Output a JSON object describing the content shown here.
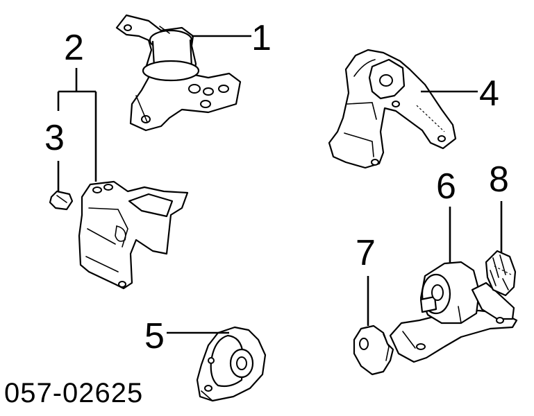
{
  "diagram": {
    "callouts": [
      {
        "id": "1",
        "label": "1"
      },
      {
        "id": "2",
        "label": "2"
      },
      {
        "id": "3",
        "label": "3"
      },
      {
        "id": "4",
        "label": "4"
      },
      {
        "id": "5",
        "label": "5"
      },
      {
        "id": "6",
        "label": "6"
      },
      {
        "id": "7",
        "label": "7"
      },
      {
        "id": "8",
        "label": "8"
      }
    ],
    "reference_code": "057-02625",
    "colors": {
      "ink": "#000000",
      "background": "#ffffff"
    }
  }
}
